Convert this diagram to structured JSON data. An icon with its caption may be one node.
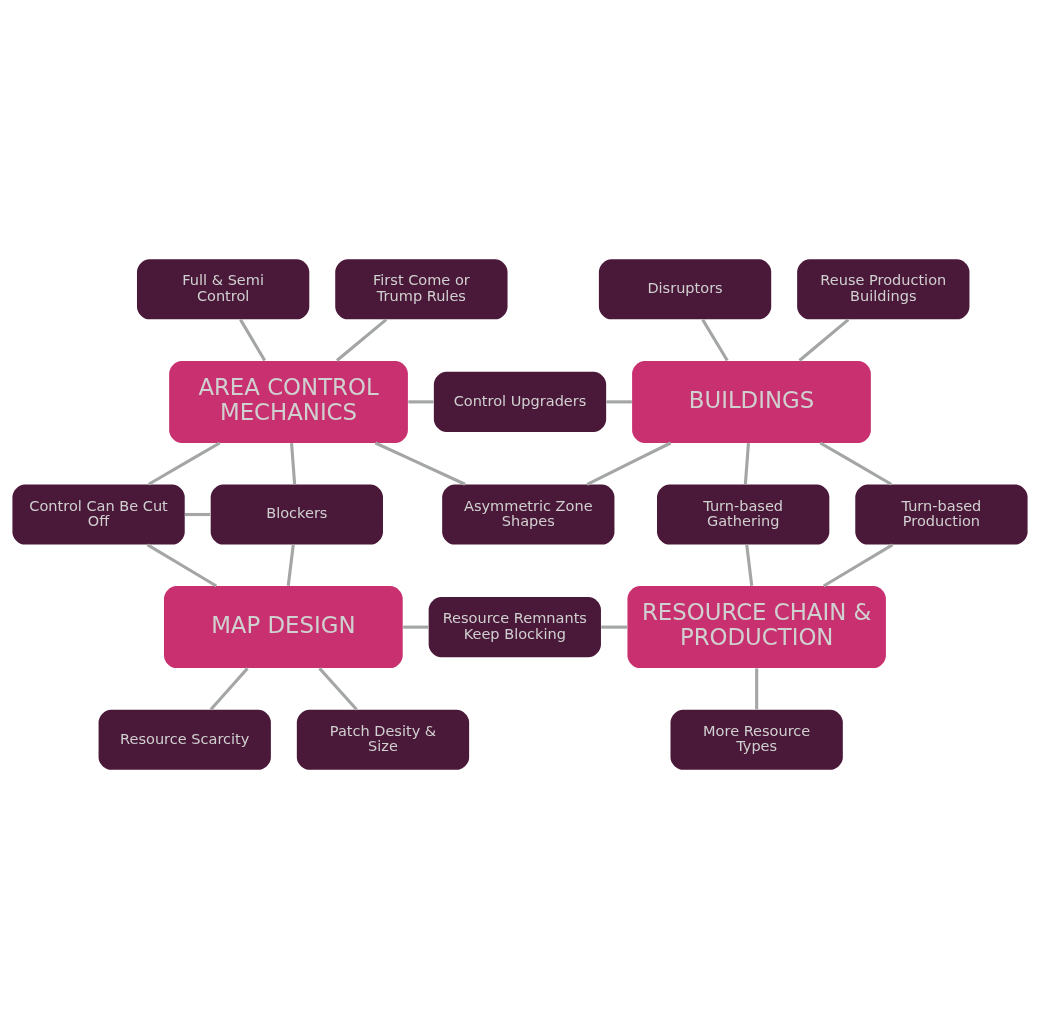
{
  "diagram": {
    "nodes": [
      {
        "text": [
          "Full & Semi Control"
        ]
      },
      {
        "text": [
          "First Come or Trump Rules"
        ]
      },
      {
        "text": [
          "Disruptors"
        ]
      },
      {
        "text": [
          "Reuse Production Buildings"
        ]
      },
      {
        "text": [
          "Control Upgraders"
        ]
      },
      {
        "text": [
          "AREA CONTROL MECHANICS"
        ]
      },
      {
        "text": [
          "BUILDINGS"
        ]
      },
      {
        "text": [
          "Asymmetric Zone Shapes"
        ]
      },
      {
        "text": [
          "Control Can Be Cut Off"
        ]
      },
      {
        "text": [
          "Blockers"
        ]
      },
      {
        "text": [
          "Turn-based Gathering"
        ]
      },
      {
        "text": [
          "Turn-based Production"
        ]
      },
      {
        "text": [
          "Resource Remnants Keep Blocking"
        ]
      },
      {
        "text": [
          "MAP DESIGN"
        ]
      },
      {
        "text": [
          "RESOURCE CHAIN & PRODUCTION"
        ]
      },
      {
        "text": [
          "Resource Scarcity"
        ]
      },
      {
        "text": [
          "Patch Desity & Size"
        ]
      },
      {
        "text": [
          "More Resource Types"
        ]
      }
    ],
    "edges": [
      {
        "from": 0,
        "to": 5,
        "arrow": "none"
      },
      {
        "from": 1,
        "to": 5,
        "arrow": "none"
      },
      {
        "from": 5,
        "to": 4,
        "arrow": "none"
      },
      {
        "from": 4,
        "to": 6,
        "arrow": "none"
      },
      {
        "from": 2,
        "to": 6,
        "arrow": "none"
      },
      {
        "from": 3,
        "to": 6,
        "arrow": "none"
      },
      {
        "from": 5,
        "to": 7,
        "arrow": "none"
      },
      {
        "from": 7,
        "to": 6,
        "arrow": "none"
      },
      {
        "from": 5,
        "to": 8,
        "arrow": "none"
      },
      {
        "from": 5,
        "to": 9,
        "arrow": "none"
      },
      {
        "from": 8,
        "to": 9,
        "arrow": "none"
      },
      {
        "from": 6,
        "to": 10,
        "arrow": "none"
      },
      {
        "from": 6,
        "to": 11,
        "arrow": "none"
      },
      {
        "from": 8,
        "to": 13,
        "arrow": "none"
      },
      {
        "from": 9,
        "to": 13,
        "arrow": "none"
      },
      {
        "from": 13,
        "to": 12,
        "arrow": "none"
      },
      {
        "from": 12,
        "to": 14,
        "arrow": "none"
      },
      {
        "from": 10,
        "to": 14,
        "arrow": "none"
      },
      {
        "from": 11,
        "to": 14,
        "arrow": "none"
      },
      {
        "from": 13,
        "to": 15,
        "arrow": "none"
      },
      {
        "from": 13,
        "to": 16,
        "arrow": "none"
      },
      {
        "from": 14,
        "to": 17,
        "arrow": "none"
      }
    ]
  }
}
